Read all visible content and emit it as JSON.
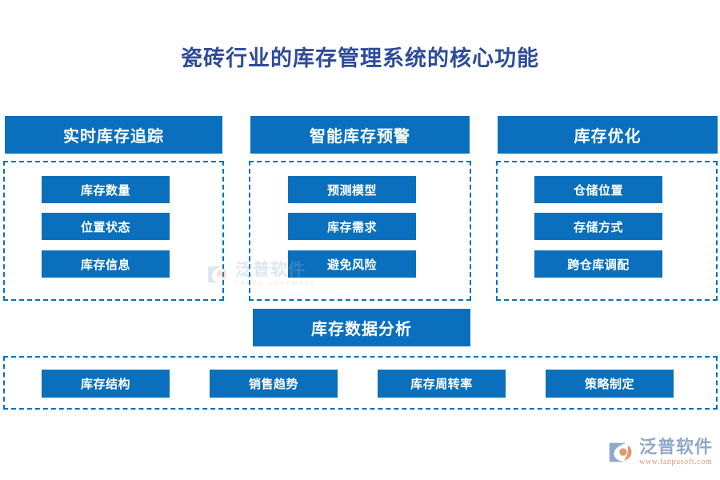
{
  "page": {
    "title": "瓷砖行业的库存管理系统的核心功能",
    "accent_color": "#0a70bd",
    "title_color": "#2e4b9a",
    "background_color": "#ffffff"
  },
  "columns": [
    {
      "header": "实时库存追踪",
      "items": [
        "库存数量",
        "位置状态",
        "库存信息"
      ]
    },
    {
      "header": "智能库存预警",
      "items": [
        "预测模型",
        "库存需求",
        "避免风险"
      ]
    },
    {
      "header": "库存优化",
      "items": [
        "仓储位置",
        "存储方式",
        "跨仓库调配"
      ]
    }
  ],
  "bottom_section": {
    "header": "库存数据分析",
    "items": [
      "库存结构",
      "销售趋势",
      "库存周转率",
      "策略制定"
    ]
  },
  "watermark": {
    "name_cn": "泛普软件",
    "name_en": "FANPU SOFTWARE"
  },
  "logo": {
    "name_cn": "泛普软件",
    "url": "www.fanpusoft.com"
  }
}
